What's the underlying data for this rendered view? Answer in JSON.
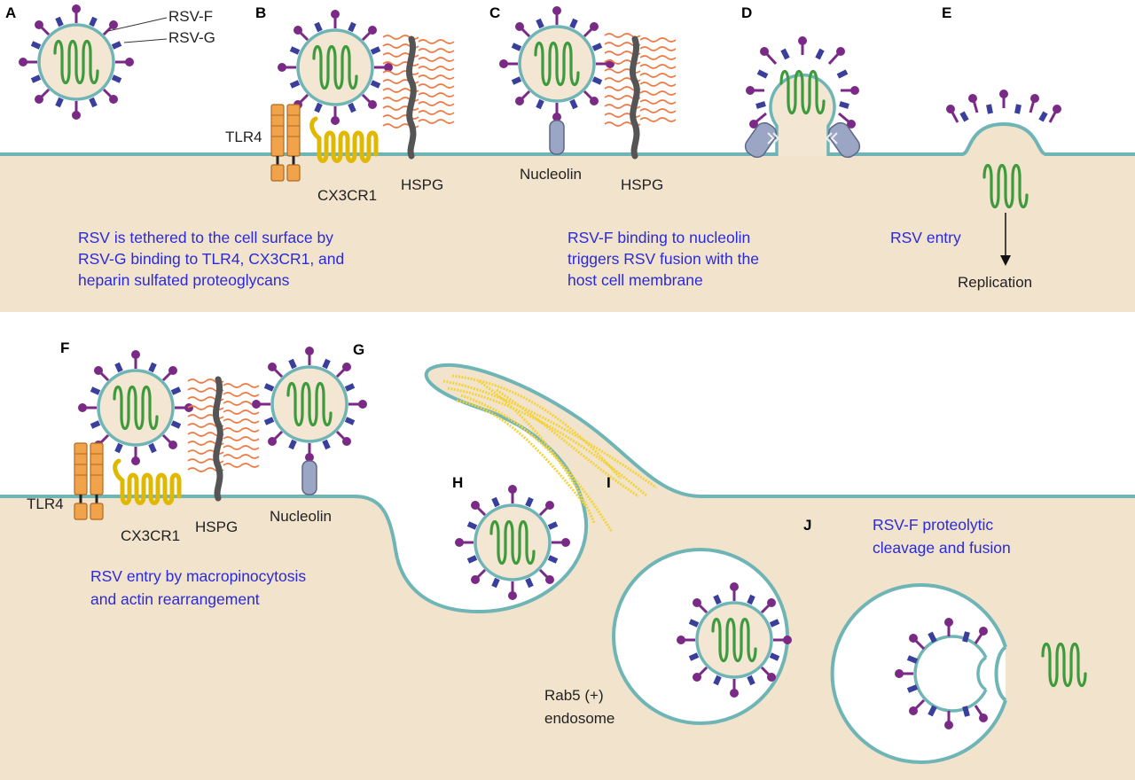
{
  "panels": {
    "A": "A",
    "B": "B",
    "C": "C",
    "D": "D",
    "E": "E",
    "F": "F",
    "G": "G",
    "H": "H",
    "I": "I",
    "J": "J"
  },
  "legend": {
    "rsv_f": "RSV-F",
    "rsv_g": "RSV-G"
  },
  "labels": {
    "tlr4_top": "TLR4",
    "cx3cr1_top": "CX3CR1",
    "hspg_b": "HSPG",
    "nucleolin_c": "Nucleolin",
    "hspg_c": "HSPG",
    "replication": "Replication",
    "tlr4_bottom": "TLR4",
    "cx3cr1_bottom": "CX3CR1",
    "hspg_bottom": "HSPG",
    "nucleolin_bottom": "Nucleolin",
    "rab5_line1": "Rab5 (+)",
    "rab5_line2": "endosome"
  },
  "captions": {
    "tether": [
      "RSV is tethered to the cell surface by",
      "RSV-G binding to TLR4, CX3CR1, and",
      "heparin sulfated proteoglycans"
    ],
    "fusion": [
      "RSV-F binding to nucleolin",
      "triggers RSV fusion with the",
      "host cell membrane"
    ],
    "entry": "RSV entry",
    "macro": [
      "RSV entry by macropinocytosis",
      "and actin rearrangement"
    ],
    "cleavage": [
      "RSV-F proteolytic",
      "cleavage and fusion"
    ]
  },
  "colors": {
    "cytoplasm": "#f2e3cc",
    "membrane": "#6fb5b5",
    "virion_core": "#f3e6d2",
    "rna": "#3d9a3d",
    "rsv_f": "#3b3f9c",
    "rsv_g": "#7a2a86",
    "hspg_chains": "#ee7a45",
    "actin": "#f2d33a",
    "tlr4": "#f0a34a",
    "cx3cr1": "#f6d52a",
    "nucleolin": "#9aa6c4",
    "caption_text": "#2a2ad6"
  }
}
